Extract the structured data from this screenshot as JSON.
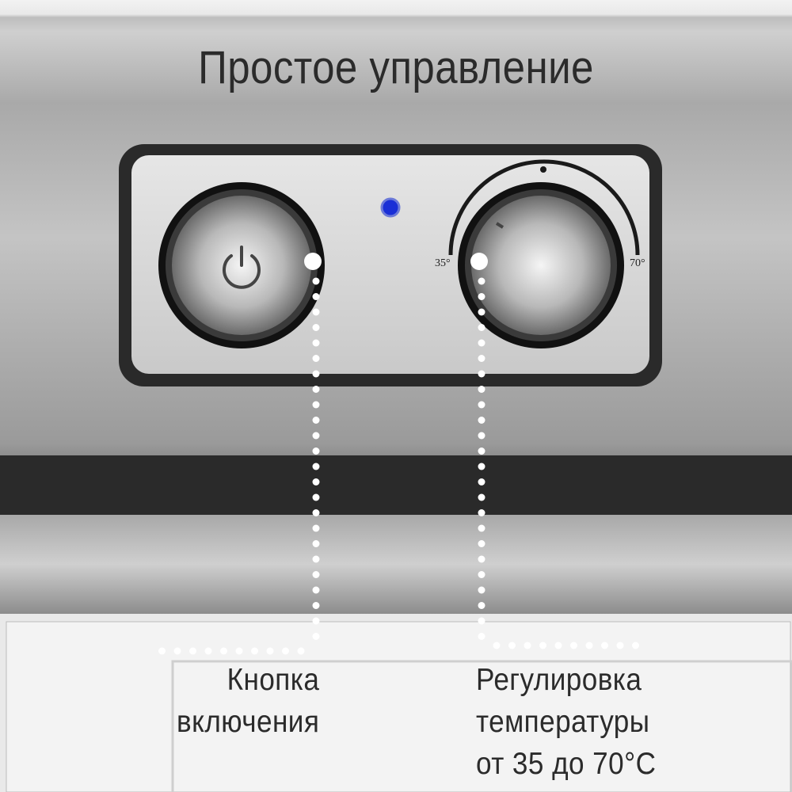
{
  "title": "Простое управление",
  "power_button": {
    "label_lines": [
      "Кнопка",
      "включения"
    ],
    "icon": "power-icon"
  },
  "temperature_knob": {
    "label_lines": [
      "Регулировка",
      "температуры",
      "от 35 до 70°C"
    ],
    "scale_min": "35°",
    "scale_max": "70°"
  },
  "indicator_led": {
    "color": "#1a2fd6"
  },
  "colors": {
    "text": "#2b2b2b",
    "panel_border": "#2a2a2a",
    "callout_dots": "#ffffff"
  }
}
